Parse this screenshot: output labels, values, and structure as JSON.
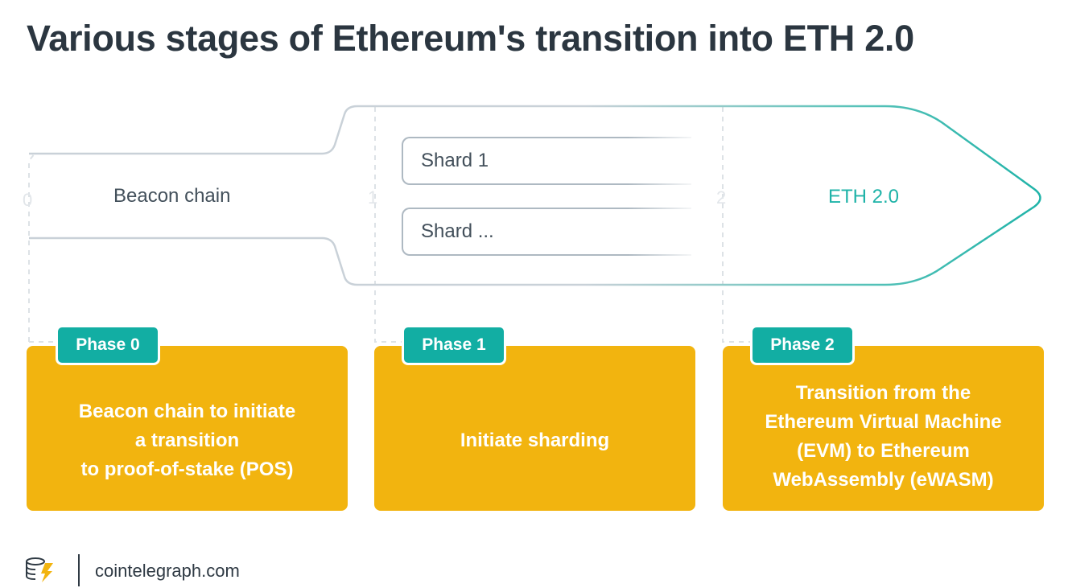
{
  "title": "Various stages of Ethereum's transition into ETH 2.0",
  "stages": [
    {
      "number": "0",
      "label": "Beacon chain"
    },
    {
      "number": "1",
      "label": ""
    },
    {
      "number": "2",
      "label": "ETH 2.0"
    }
  ],
  "shards": [
    "Shard 1",
    "Shard ..."
  ],
  "phases": [
    {
      "badge": "Phase 0",
      "description": "Beacon chain to initiate\na transition\nto proof-of-stake (POS)"
    },
    {
      "badge": "Phase 1",
      "description": "Initiate sharding"
    },
    {
      "badge": "Phase 2",
      "description": "Transition from the\nEthereum Virtual Machine\n(EVM) to Ethereum\nWebAssembly (eWASM)"
    }
  ],
  "footer": {
    "site": "cointelegraph.com",
    "logo_icon": "cointelegraph-logo-icon"
  },
  "colors": {
    "accent_teal": "#12aea3",
    "card_yellow": "#f2b40f",
    "outline_gray": "#aeb9c2",
    "title_dark": "#2b3640"
  }
}
